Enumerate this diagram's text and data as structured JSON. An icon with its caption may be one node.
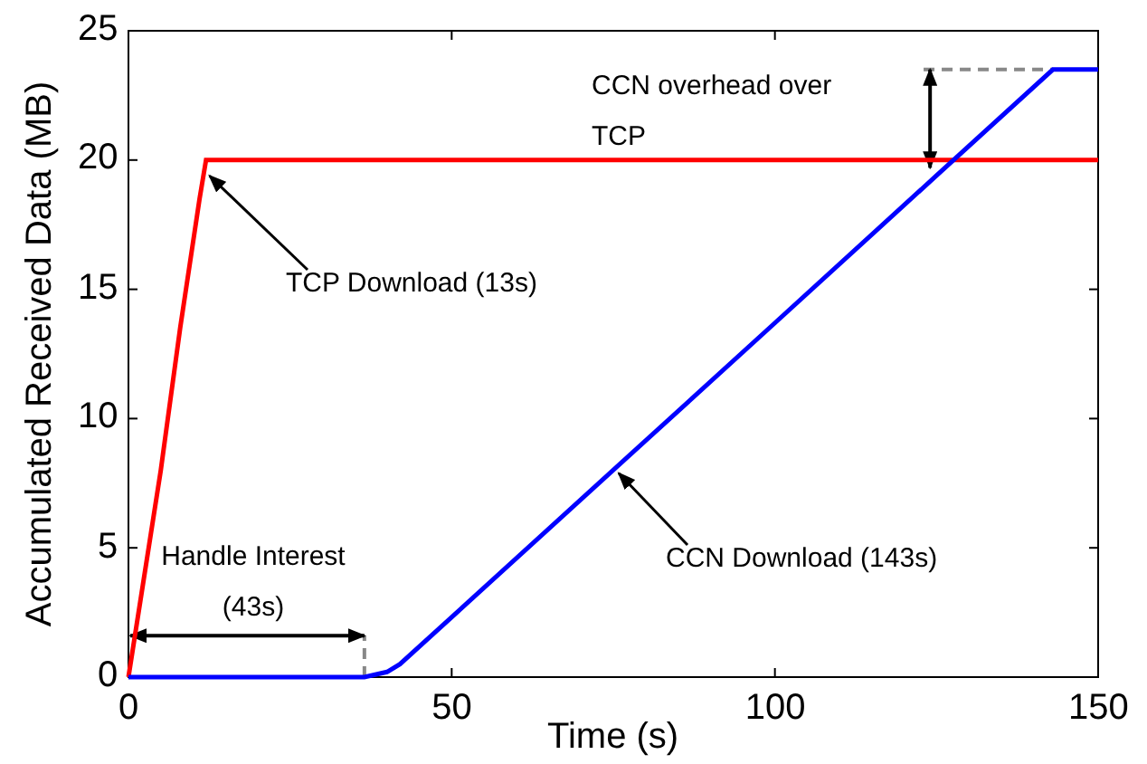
{
  "diagram": {
    "nodes": [
      {
        "text": [
          "TCP Download (13s)"
        ]
      },
      {
        "text": [
          "CCN Download (143s)"
        ]
      }
    ],
    "edges": [
      {
        "from": 0,
        "to": null,
        "arrow": "to"
      },
      {
        "from": 1,
        "to": null,
        "arrow": "to"
      }
    ],
    "labels": [
      "CCN overhead over TCP",
      "Handle Interest (43s)"
    ],
    "chart_data": {
      "type": "line",
      "xlabel": "Time (s)",
      "ylabel": "Accumulated Received Data (MB)",
      "x": [
        0,
        5,
        8,
        11,
        12,
        36.5,
        40,
        42,
        100,
        125,
        143,
        150
      ],
      "series": [
        {
          "color": "#ff0000",
          "values": [
            0,
            8,
            13.5,
            18.5,
            20,
            20,
            20,
            20,
            20,
            20,
            20,
            20
          ]
        },
        {
          "color": "#0000ff",
          "values": [
            0,
            0,
            0,
            0,
            0,
            0,
            0.2,
            0.5,
            13.7,
            19.4,
            23.5,
            23.5
          ]
        }
      ],
      "xlim": [
        0,
        150
      ],
      "ylim": [
        0,
        25
      ],
      "xticks": [
        0,
        50,
        100,
        150
      ],
      "yticks": [
        0,
        5,
        10,
        15,
        20,
        25
      ]
    }
  }
}
